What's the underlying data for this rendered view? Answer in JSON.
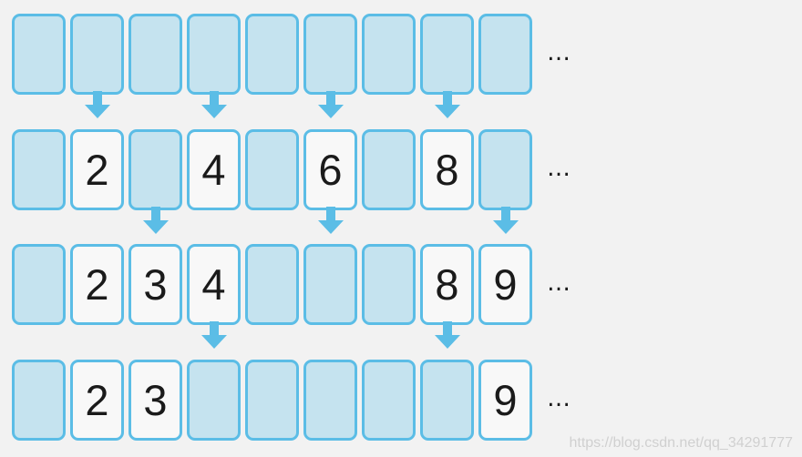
{
  "rows": [
    {
      "cells": [
        "",
        "",
        "",
        "",
        "",
        "",
        "",
        "",
        ""
      ]
    },
    {
      "cells": [
        "",
        "2",
        "",
        "4",
        "",
        "6",
        "",
        "8",
        ""
      ]
    },
    {
      "cells": [
        "",
        "2",
        "3",
        "4",
        "",
        "",
        "",
        "8",
        "9"
      ]
    },
    {
      "cells": [
        "",
        "2",
        "3",
        "",
        "",
        "",
        "",
        "",
        "9"
      ]
    }
  ],
  "arrows": [
    [
      1,
      3,
      5,
      7
    ],
    [
      2,
      5,
      8
    ],
    [
      3,
      7
    ]
  ],
  "ellipsis": "…",
  "watermark": "https://blog.csdn.net/qq_34291777",
  "colors": {
    "empty_cell": "#c5e3ef",
    "filled_cell": "#f8f8f8",
    "border": "#5bbde6",
    "arrow": "#5bbde6",
    "background": "#f2f2f2"
  }
}
